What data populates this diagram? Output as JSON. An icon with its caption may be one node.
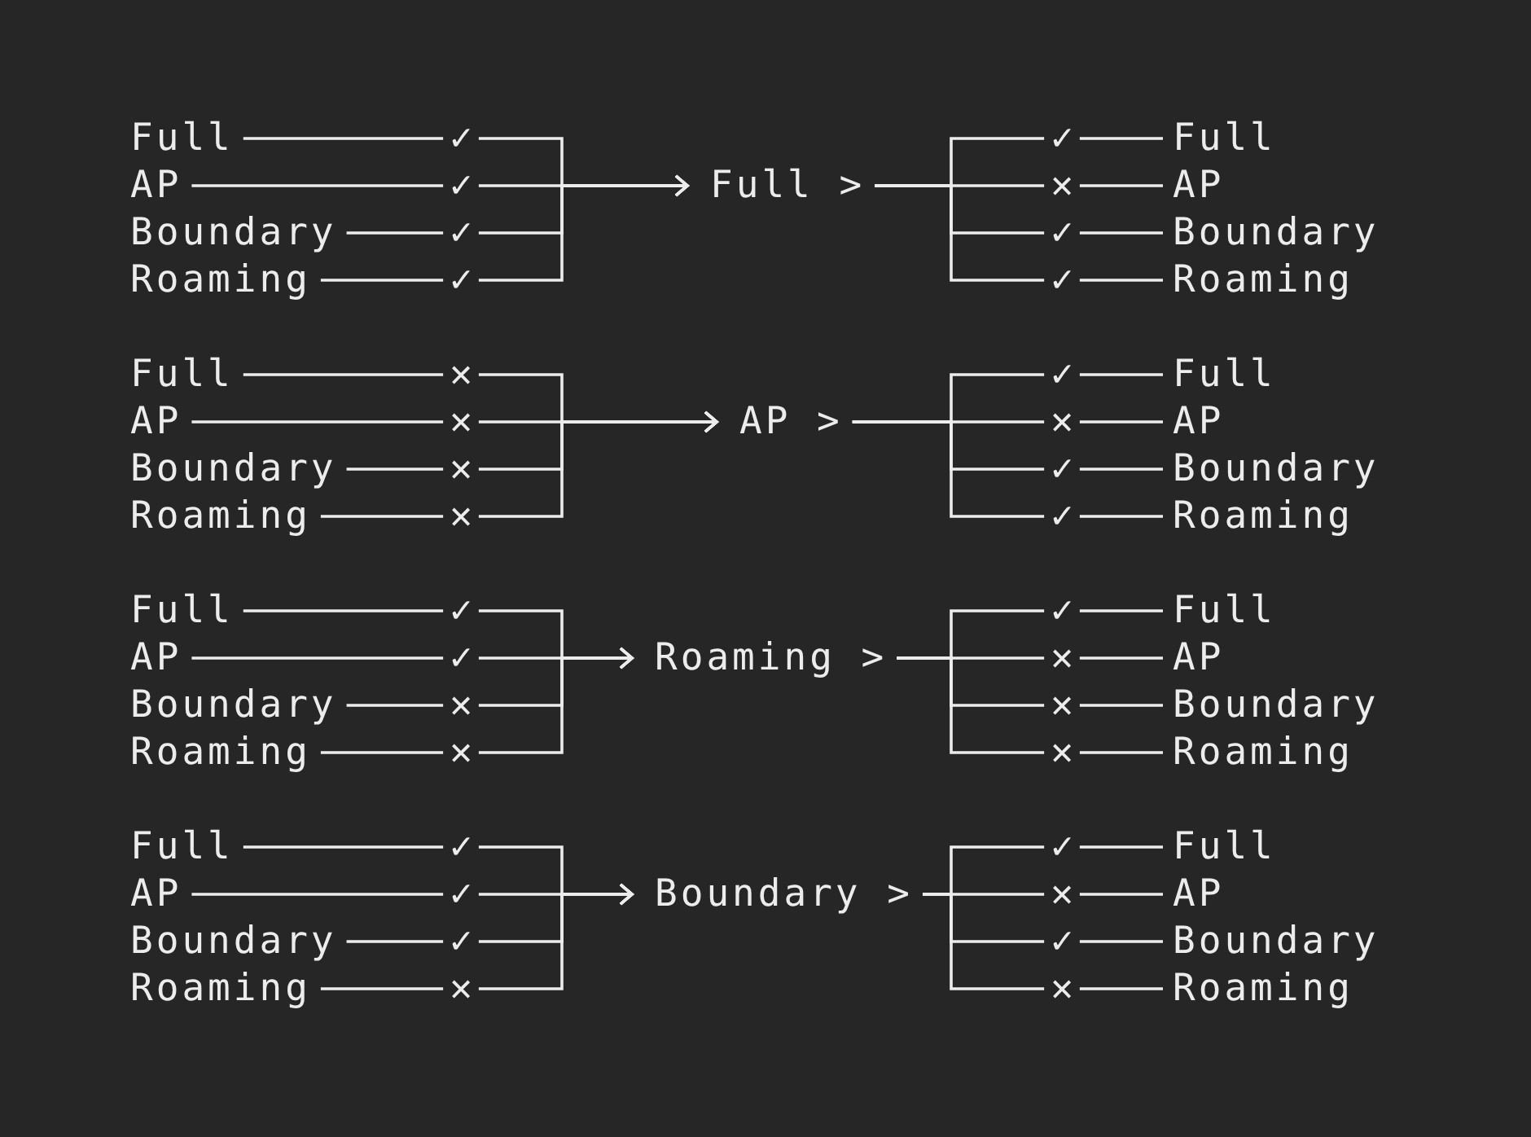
{
  "diagram": {
    "nodes": [
      {
        "text": [
          "Full"
        ]
      },
      {
        "text": [
          "AP"
        ]
      },
      {
        "text": [
          "Boundary"
        ]
      },
      {
        "text": [
          "Roaming"
        ]
      },
      {
        "text": [
          "✓"
        ]
      },
      {
        "text": [
          "✓"
        ]
      },
      {
        "text": [
          "✓"
        ]
      },
      {
        "text": [
          "✓"
        ]
      },
      {
        "text": [
          "Full >"
        ]
      },
      {
        "text": [
          "✓"
        ]
      },
      {
        "text": [
          "✕"
        ]
      },
      {
        "text": [
          "✓"
        ]
      },
      {
        "text": [
          "✓"
        ]
      },
      {
        "text": [
          "Full"
        ]
      },
      {
        "text": [
          "AP"
        ]
      },
      {
        "text": [
          "Boundary"
        ]
      },
      {
        "text": [
          "Roaming"
        ]
      },
      {
        "text": [
          "Full"
        ]
      },
      {
        "text": [
          "AP"
        ]
      },
      {
        "text": [
          "Boundary"
        ]
      },
      {
        "text": [
          "Roaming"
        ]
      },
      {
        "text": [
          "✕"
        ]
      },
      {
        "text": [
          "✕"
        ]
      },
      {
        "text": [
          "✕"
        ]
      },
      {
        "text": [
          "✕"
        ]
      },
      {
        "text": [
          "AP >"
        ]
      },
      {
        "text": [
          "✓"
        ]
      },
      {
        "text": [
          "✕"
        ]
      },
      {
        "text": [
          "✓"
        ]
      },
      {
        "text": [
          "✓"
        ]
      },
      {
        "text": [
          "Full"
        ]
      },
      {
        "text": [
          "AP"
        ]
      },
      {
        "text": [
          "Boundary"
        ]
      },
      {
        "text": [
          "Roaming"
        ]
      },
      {
        "text": [
          "Full"
        ]
      },
      {
        "text": [
          "AP"
        ]
      },
      {
        "text": [
          "Boundary"
        ]
      },
      {
        "text": [
          "Roaming"
        ]
      },
      {
        "text": [
          "✓"
        ]
      },
      {
        "text": [
          "✓"
        ]
      },
      {
        "text": [
          "✕"
        ]
      },
      {
        "text": [
          "✕"
        ]
      },
      {
        "text": [
          "Roaming >"
        ]
      },
      {
        "text": [
          "✓"
        ]
      },
      {
        "text": [
          "✕"
        ]
      },
      {
        "text": [
          "✕"
        ]
      },
      {
        "text": [
          "✕"
        ]
      },
      {
        "text": [
          "Full"
        ]
      },
      {
        "text": [
          "AP"
        ]
      },
      {
        "text": [
          "Boundary"
        ]
      },
      {
        "text": [
          "Roaming"
        ]
      },
      {
        "text": [
          "Full"
        ]
      },
      {
        "text": [
          "AP"
        ]
      },
      {
        "text": [
          "Boundary"
        ]
      },
      {
        "text": [
          "Roaming"
        ]
      },
      {
        "text": [
          "✓"
        ]
      },
      {
        "text": [
          "✓"
        ]
      },
      {
        "text": [
          "✓"
        ]
      },
      {
        "text": [
          "✕"
        ]
      },
      {
        "text": [
          "Boundary >"
        ]
      },
      {
        "text": [
          "✓"
        ]
      },
      {
        "text": [
          "✕"
        ]
      },
      {
        "text": [
          "✓"
        ]
      },
      {
        "text": [
          "✕"
        ]
      },
      {
        "text": [
          "Full"
        ]
      },
      {
        "text": [
          "AP"
        ]
      },
      {
        "text": [
          "Boundary"
        ]
      },
      {
        "text": [
          "Roaming"
        ]
      }
    ],
    "edges": [
      {
        "from": 0,
        "to": 4,
        "arrow": "none"
      },
      {
        "from": 1,
        "to": 5,
        "arrow": "none"
      },
      {
        "from": 2,
        "to": 6,
        "arrow": "none"
      },
      {
        "from": 3,
        "to": 7,
        "arrow": "none"
      },
      {
        "from": 4,
        "to": 8,
        "arrow": "to"
      },
      {
        "from": 5,
        "to": 8,
        "arrow": "to"
      },
      {
        "from": 6,
        "to": 8,
        "arrow": "to"
      },
      {
        "from": 7,
        "to": 8,
        "arrow": "to"
      },
      {
        "from": 8,
        "to": 9,
        "arrow": "none"
      },
      {
        "from": 8,
        "to": 10,
        "arrow": "none"
      },
      {
        "from": 8,
        "to": 11,
        "arrow": "none"
      },
      {
        "from": 8,
        "to": 12,
        "arrow": "none"
      },
      {
        "from": 9,
        "to": 13,
        "arrow": "none"
      },
      {
        "from": 10,
        "to": 14,
        "arrow": "none"
      },
      {
        "from": 11,
        "to": 15,
        "arrow": "none"
      },
      {
        "from": 12,
        "to": 16,
        "arrow": "none"
      },
      {
        "from": 17,
        "to": 21,
        "arrow": "none"
      },
      {
        "from": 18,
        "to": 22,
        "arrow": "none"
      },
      {
        "from": 19,
        "to": 23,
        "arrow": "none"
      },
      {
        "from": 20,
        "to": 24,
        "arrow": "none"
      },
      {
        "from": 21,
        "to": 25,
        "arrow": "to"
      },
      {
        "from": 22,
        "to": 25,
        "arrow": "to"
      },
      {
        "from": 23,
        "to": 25,
        "arrow": "to"
      },
      {
        "from": 24,
        "to": 25,
        "arrow": "to"
      },
      {
        "from": 25,
        "to": 26,
        "arrow": "none"
      },
      {
        "from": 25,
        "to": 27,
        "arrow": "none"
      },
      {
        "from": 25,
        "to": 28,
        "arrow": "none"
      },
      {
        "from": 25,
        "to": 29,
        "arrow": "none"
      },
      {
        "from": 26,
        "to": 30,
        "arrow": "none"
      },
      {
        "from": 27,
        "to": 31,
        "arrow": "none"
      },
      {
        "from": 28,
        "to": 32,
        "arrow": "none"
      },
      {
        "from": 29,
        "to": 33,
        "arrow": "none"
      },
      {
        "from": 34,
        "to": 38,
        "arrow": "none"
      },
      {
        "from": 35,
        "to": 39,
        "arrow": "none"
      },
      {
        "from": 36,
        "to": 40,
        "arrow": "none"
      },
      {
        "from": 37,
        "to": 41,
        "arrow": "none"
      },
      {
        "from": 38,
        "to": 42,
        "arrow": "to"
      },
      {
        "from": 39,
        "to": 42,
        "arrow": "to"
      },
      {
        "from": 40,
        "to": 42,
        "arrow": "to"
      },
      {
        "from": 41,
        "to": 42,
        "arrow": "to"
      },
      {
        "from": 42,
        "to": 43,
        "arrow": "none"
      },
      {
        "from": 42,
        "to": 44,
        "arrow": "none"
      },
      {
        "from": 42,
        "to": 45,
        "arrow": "none"
      },
      {
        "from": 42,
        "to": 46,
        "arrow": "none"
      },
      {
        "from": 43,
        "to": 47,
        "arrow": "none"
      },
      {
        "from": 44,
        "to": 48,
        "arrow": "none"
      },
      {
        "from": 45,
        "to": 49,
        "arrow": "none"
      },
      {
        "from": 46,
        "to": 50,
        "arrow": "none"
      },
      {
        "from": 51,
        "to": 55,
        "arrow": "none"
      },
      {
        "from": 52,
        "to": 56,
        "arrow": "none"
      },
      {
        "from": 53,
        "to": 57,
        "arrow": "none"
      },
      {
        "from": 54,
        "to": 58,
        "arrow": "none"
      },
      {
        "from": 55,
        "to": 59,
        "arrow": "to"
      },
      {
        "from": 56,
        "to": 59,
        "arrow": "to"
      },
      {
        "from": 57,
        "to": 59,
        "arrow": "to"
      },
      {
        "from": 58,
        "to": 59,
        "arrow": "to"
      },
      {
        "from": 59,
        "to": 60,
        "arrow": "none"
      },
      {
        "from": 59,
        "to": 61,
        "arrow": "none"
      },
      {
        "from": 59,
        "to": 62,
        "arrow": "none"
      },
      {
        "from": 59,
        "to": 63,
        "arrow": "none"
      },
      {
        "from": 60,
        "to": 64,
        "arrow": "none"
      },
      {
        "from": 61,
        "to": 65,
        "arrow": "none"
      },
      {
        "from": 62,
        "to": 66,
        "arrow": "none"
      },
      {
        "from": 63,
        "to": 67,
        "arrow": "none"
      }
    ]
  }
}
